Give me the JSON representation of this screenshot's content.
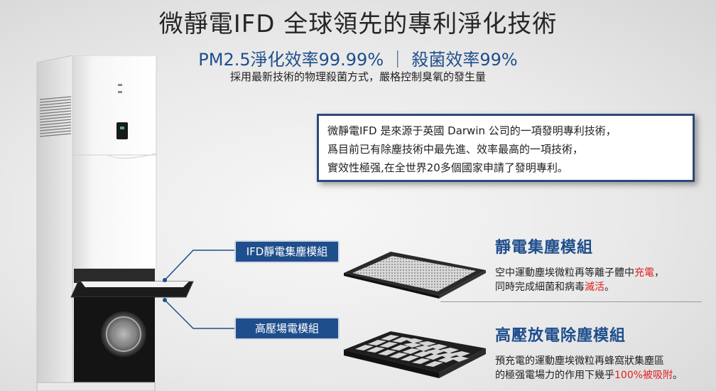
{
  "header": {
    "title": "微靜電IFD 全球領先的專利淨化技術",
    "subtitle": "PM2.5淨化效率99.99% ｜ 殺菌效率99%",
    "tagline": "採用最新技術的物理殺菌方式，嚴格控制臭氧的發生量"
  },
  "info_box": {
    "lines": [
      "微靜電IFD 是來源于英國 Darwin 公司的一項發明專利技術，",
      "爲目前已有除塵技術中最先進、效率最高的一項技術，",
      "實效性極强,在全世界20多個國家申請了發明專利。"
    ]
  },
  "labels": {
    "ifd_module": "IFD靜電集塵模組",
    "hv_module": "高壓場電模組"
  },
  "section1": {
    "title": "靜電集塵模組",
    "line1_a": "空中運動塵埃微粒再等離子體中",
    "line1_red": "充電",
    "line1_b": "，",
    "line2_a": "同時完成細菌和病毒",
    "line2_red": "滅活",
    "line2_b": "。"
  },
  "section2": {
    "title": "高壓放電除塵模組",
    "line1": "預充電的運動塵埃微粒再蜂窩狀集塵區",
    "line2_a": "的極强電場力的作用下幾乎",
    "line2_red": "100%被吸附",
    "line2_b": "。"
  },
  "colors": {
    "accent_blue": "#1f4e8c",
    "highlight_red": "#e02020",
    "box_border": "#2b4a7a"
  }
}
